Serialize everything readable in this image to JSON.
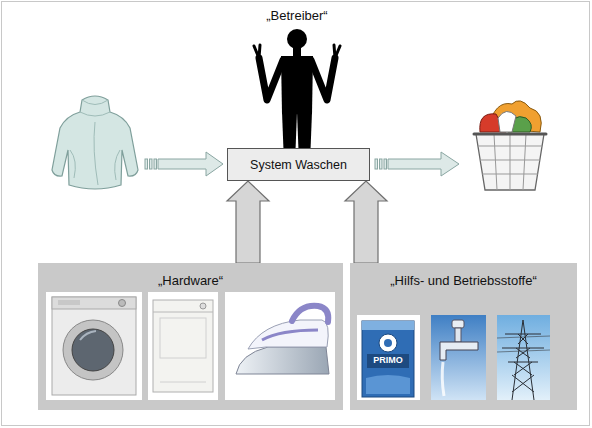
{
  "diagram": {
    "nodes": [
      {
        "text": [
          "System Waschen"
        ]
      },
      {
        "text": [
          "„Hardware“"
        ]
      },
      {
        "text": [
          "„Hilfs- und Betriebsstoffe“"
        ]
      }
    ],
    "edges": [
      {
        "from": 1,
        "to": 0,
        "arrow": "to"
      },
      {
        "from": 2,
        "to": 0,
        "arrow": "to"
      }
    ],
    "labels": [
      "„Betreiber“",
      "PRIMO"
    ]
  }
}
